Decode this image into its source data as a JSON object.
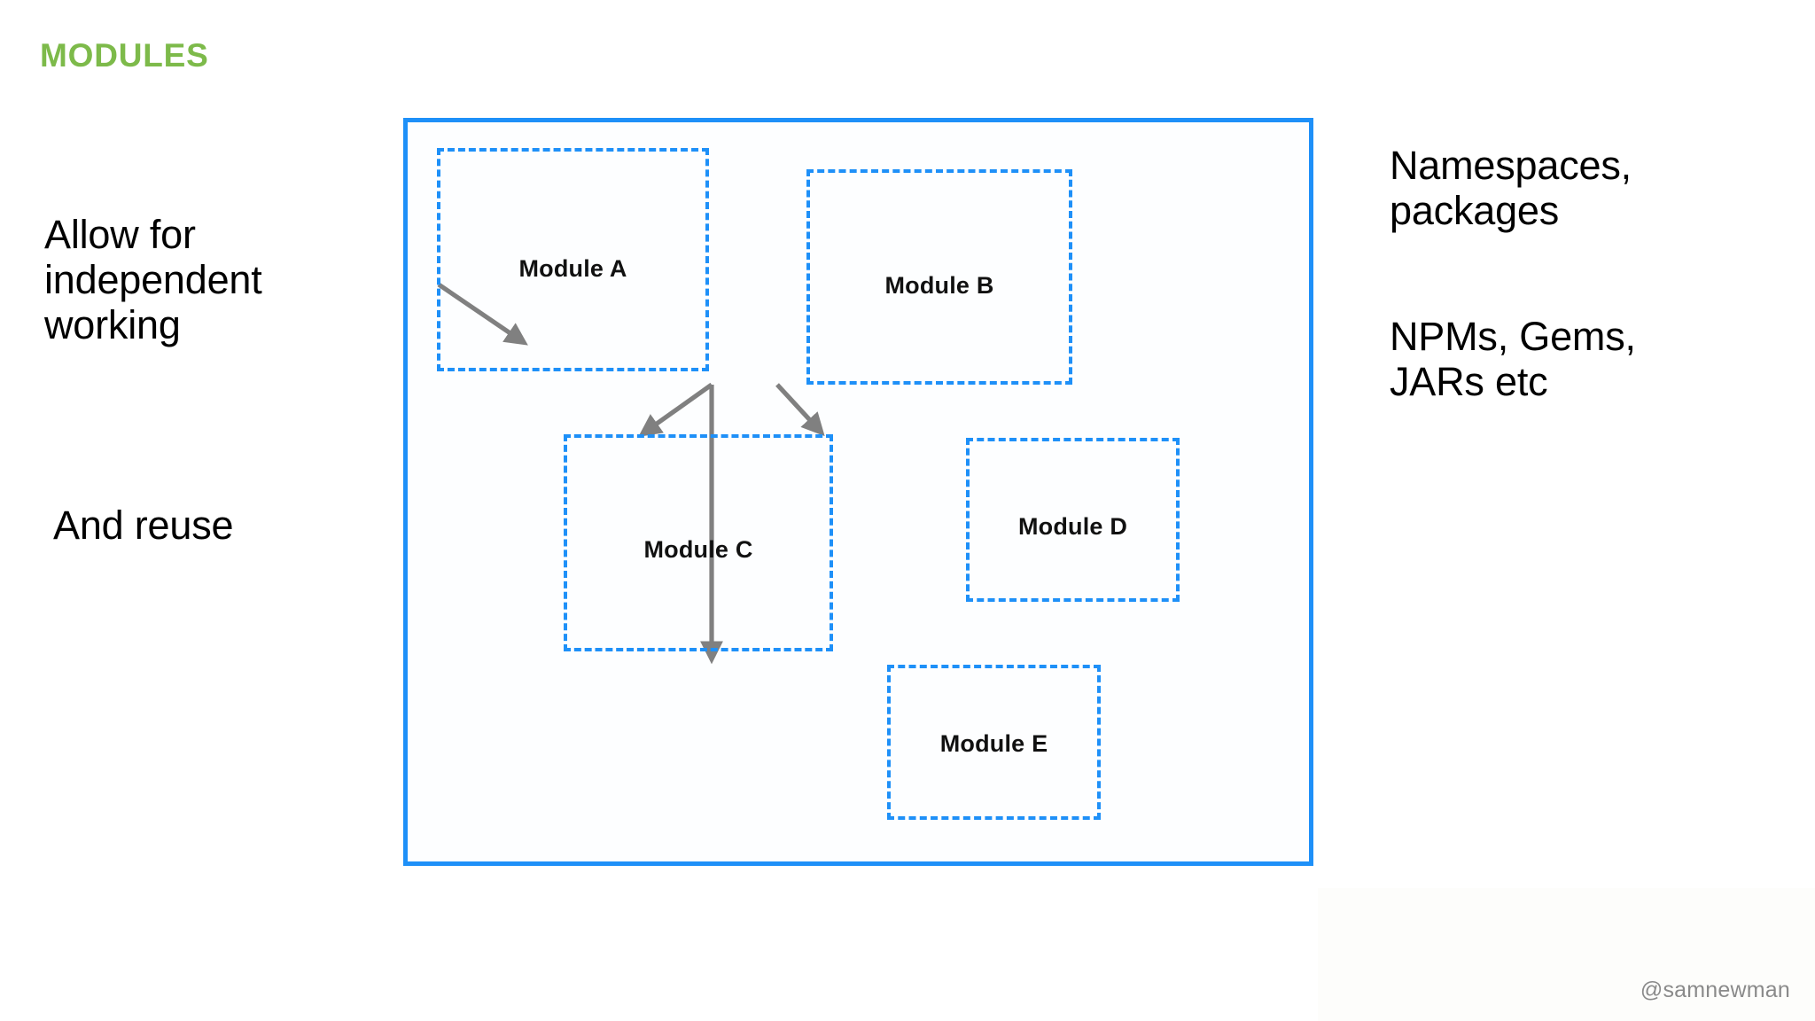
{
  "slide": {
    "title": "MODULES",
    "title_color": "#7DBA4A",
    "background": "#ffffff",
    "handle": "@samnewman"
  },
  "notes": {
    "left": [
      {
        "id": "independent",
        "lines": [
          "Allow for",
          "independent",
          "working"
        ]
      },
      {
        "id": "reuse",
        "lines": [
          "And reuse"
        ]
      }
    ],
    "right": [
      {
        "id": "namespaces",
        "lines": [
          "Namespaces,",
          "packages"
        ]
      },
      {
        "id": "packaging",
        "lines": [
          "NPMs, Gems,",
          "JARs etc"
        ]
      }
    ]
  },
  "diagram": {
    "frame_color": "#1E90F8",
    "box_border_color": "#1E90F8",
    "arrow_color": "#808080",
    "modules": [
      {
        "id": "a",
        "label": "Module A"
      },
      {
        "id": "b",
        "label": "Module B"
      },
      {
        "id": "c",
        "label": "Module C"
      },
      {
        "id": "d",
        "label": "Module D"
      },
      {
        "id": "e",
        "label": "Module E"
      }
    ],
    "dependencies": [
      {
        "from": "Module A",
        "to": "Module C"
      },
      {
        "from": "Module B",
        "to": "Module C"
      },
      {
        "from": "Module B",
        "to": "Module D"
      },
      {
        "from": "Module B",
        "to": "Module E"
      }
    ]
  }
}
